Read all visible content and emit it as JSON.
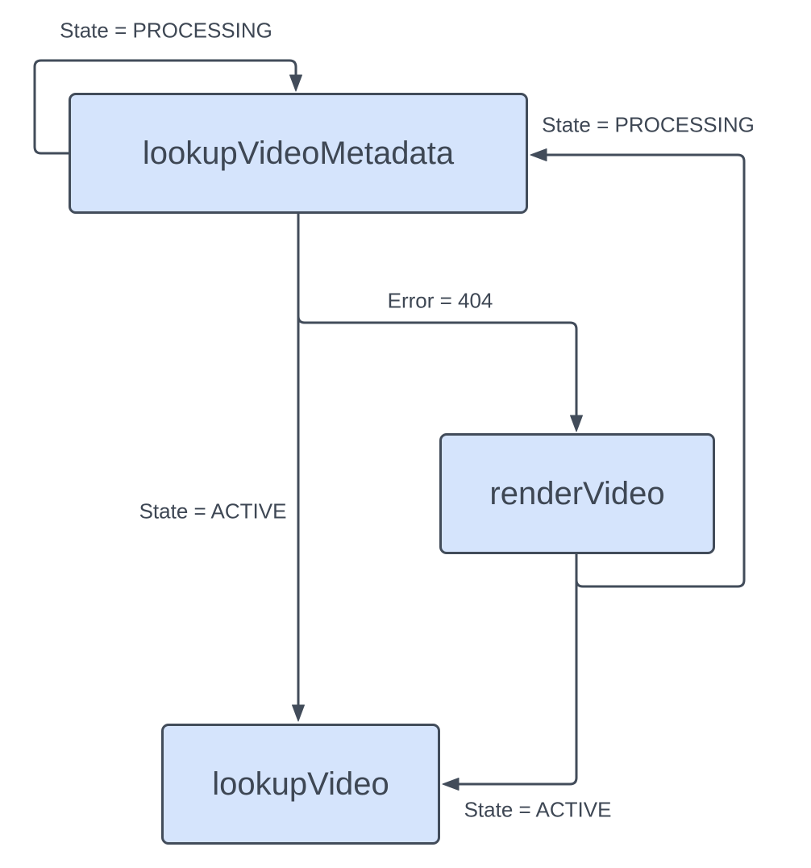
{
  "diagram": {
    "type": "state-transition-flowchart",
    "colors": {
      "background": "#ffffff",
      "node_fill": "#d5e4fc",
      "node_stroke": "#424c5a",
      "edge_stroke": "#424c5a",
      "label_text": "#3e4754"
    },
    "nodes": [
      {
        "id": "lookupVideoMetadata",
        "label": "lookupVideoMetadata"
      },
      {
        "id": "renderVideo",
        "label": "renderVideo"
      },
      {
        "id": "lookupVideo",
        "label": "lookupVideo"
      }
    ],
    "edges": [
      {
        "from": "lookupVideoMetadata",
        "to": "lookupVideoMetadata",
        "label": "State = PROCESSING"
      },
      {
        "from": "renderVideo",
        "to": "lookupVideoMetadata",
        "label": "State = PROCESSING"
      },
      {
        "from": "lookupVideoMetadata",
        "to": "renderVideo",
        "label": "Error = 404"
      },
      {
        "from": "lookupVideoMetadata",
        "to": "lookupVideo",
        "label": "State = ACTIVE"
      },
      {
        "from": "renderVideo",
        "to": "lookupVideo",
        "label": "State = ACTIVE"
      }
    ]
  }
}
